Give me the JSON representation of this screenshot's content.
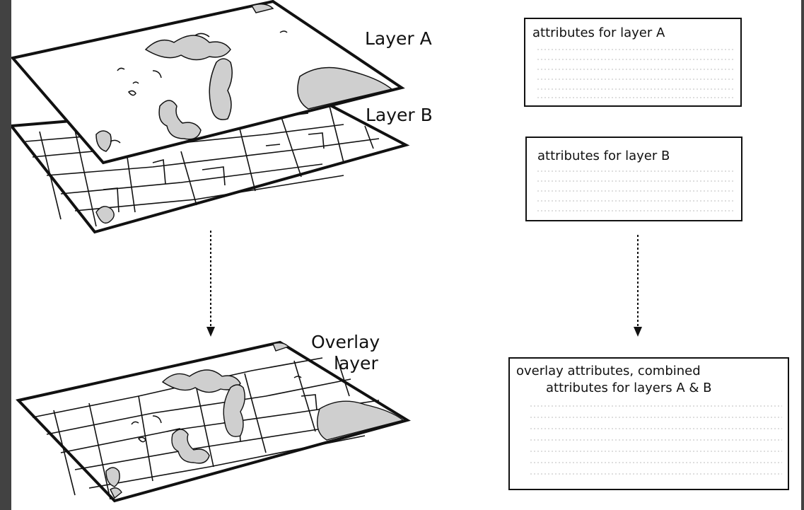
{
  "layers": {
    "layer_a_label": "Layer A",
    "layer_b_label": "Layer B",
    "overlay_label_line1": "Overlay",
    "overlay_label_line2": "layer"
  },
  "attribute_boxes": {
    "box_a_title": "attributes for layer A",
    "box_b_title": "attributes for layer B",
    "box_overlay_line1": "overlay attributes, combined",
    "box_overlay_line2": "attributes for layers A & B"
  },
  "colors": {
    "ink": "#111111",
    "patch_fill": "#cfcfcf",
    "dotted_rule": "#bdbdbd",
    "frame": "#424242"
  }
}
